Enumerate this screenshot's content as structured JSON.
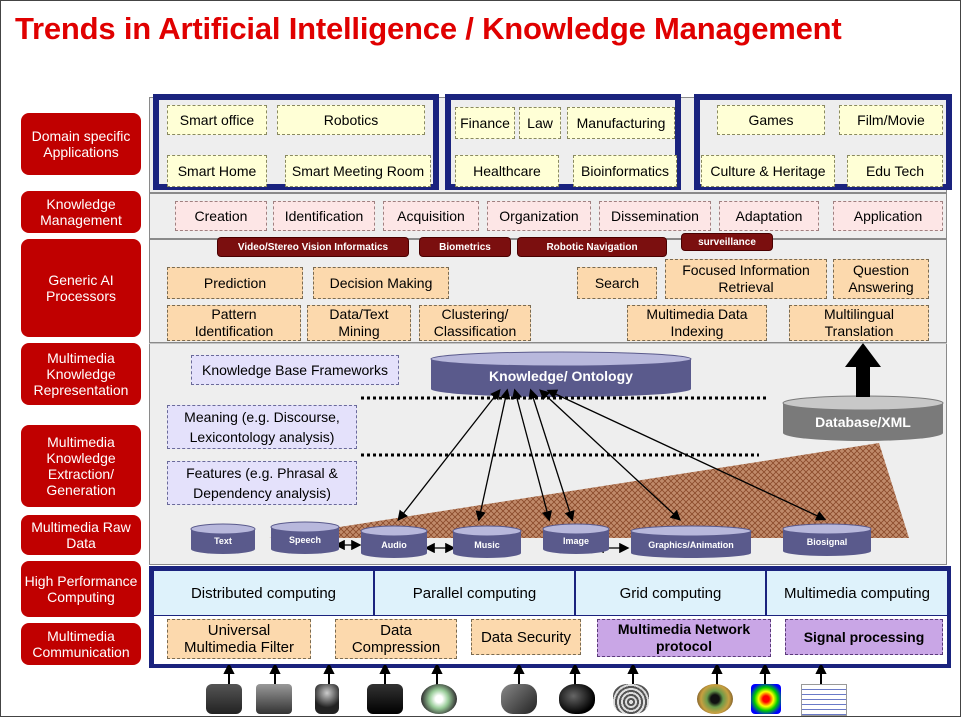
{
  "title": "Trends in Artificial Intelligence / Knowledge Management",
  "left_labels": [
    "Domain specific Applications",
    "Knowledge Management",
    "Generic AI Processors",
    "Multimedia Knowledge Representation",
    "Multimedia Knowledge Extraction/ Generation",
    "Multimedia Raw Data",
    "High Performance Computing",
    "Multimedia Communication"
  ],
  "domains": {
    "smart_office": "Smart office",
    "robotics": "Robotics",
    "smart_home": "Smart Home",
    "smart_meeting_room": "Smart Meeting Room",
    "finance": "Finance",
    "law": "Law",
    "manufacturing": "Manufacturing",
    "healthcare": "Healthcare",
    "bioinformatics": "Bioinformatics",
    "games": "Games",
    "film_movie": "Film/Movie",
    "culture_heritage": "Culture & Heritage",
    "edu_tech": "Edu Tech"
  },
  "km": [
    "Creation",
    "Identification",
    "Acquisition",
    "Organization",
    "Dissemination",
    "Adaptation",
    "Application"
  ],
  "dark_tags": {
    "video": "Video/Stereo Vision Informatics",
    "biometrics": "Biometrics",
    "robotic_nav": "Robotic Navigation",
    "surveillance": "surveillance"
  },
  "processors": {
    "prediction": "Prediction",
    "decision_making": "Decision Making",
    "search": "Search",
    "focused_line1": "Focused Information",
    "focused_line2": "Retrieval",
    "question_line1": "Question",
    "question_line2": "Answering",
    "pattern_line1": "Pattern",
    "pattern_line2": "Identification",
    "datatext_line1": "Data/Text",
    "datatext_line2": "Mining",
    "clustering_line1": "Clustering/",
    "clustering_line2": "Classification",
    "mmindex_line1": "Multimedia Data",
    "mmindex_line2": "Indexing",
    "multilingual_line1": "Multilingual",
    "multilingual_line2": "Translation"
  },
  "representation": {
    "kb_frameworks": "Knowledge Base Frameworks",
    "knowledge_ontology": "Knowledge/ Ontology",
    "database_xml": "Database/XML",
    "meaning_line1": "Meaning (e.g. Discourse,",
    "meaning_line2": "Lexicontology analysis)",
    "features_line1": "Features (e.g. Phrasal &",
    "features_line2": "Dependency analysis)"
  },
  "raw_data": [
    "Text",
    "Speech",
    "Audio",
    "Music",
    "Image",
    "Graphics/Animation",
    "Biosignal"
  ],
  "computing": [
    "Distributed computing",
    "Parallel computing",
    "Grid computing",
    "Multimedia computing"
  ],
  "communication": {
    "filter_line1": "Universal",
    "filter_line2": "Multimedia Filter",
    "compression_line1": "Data",
    "compression_line2": "Compression",
    "security": "Data Security",
    "network_line1": "Multimedia Network",
    "network_line2": "protocol",
    "signal": "Signal processing"
  },
  "devices": [
    "typewriter-icon",
    "scanner-icon",
    "microphone-icon",
    "video-camera-icon",
    "cd-music-icon",
    "pen-tablet-icon",
    "mouse-icon",
    "fingerprint-icon",
    "eye-iris-icon",
    "thermal-scan-icon",
    "biosignal-chart-icon"
  ],
  "colors": {
    "title": "#e00000",
    "label_red": "#c00000",
    "navy": "#1a237e",
    "yellow_box": "#ffffd6",
    "pink_box": "#fde6e6",
    "orange_box": "#fcd9ad",
    "lavender_box": "#e4e1fb",
    "dark_tag": "#7b0f0f",
    "computing_blue": "#def2fb",
    "purple_box": "#c9a6e6",
    "cylinder": "#5a5a8c",
    "grey_cylinder": "#7a7a7a",
    "ramp": "#b87a5a"
  }
}
